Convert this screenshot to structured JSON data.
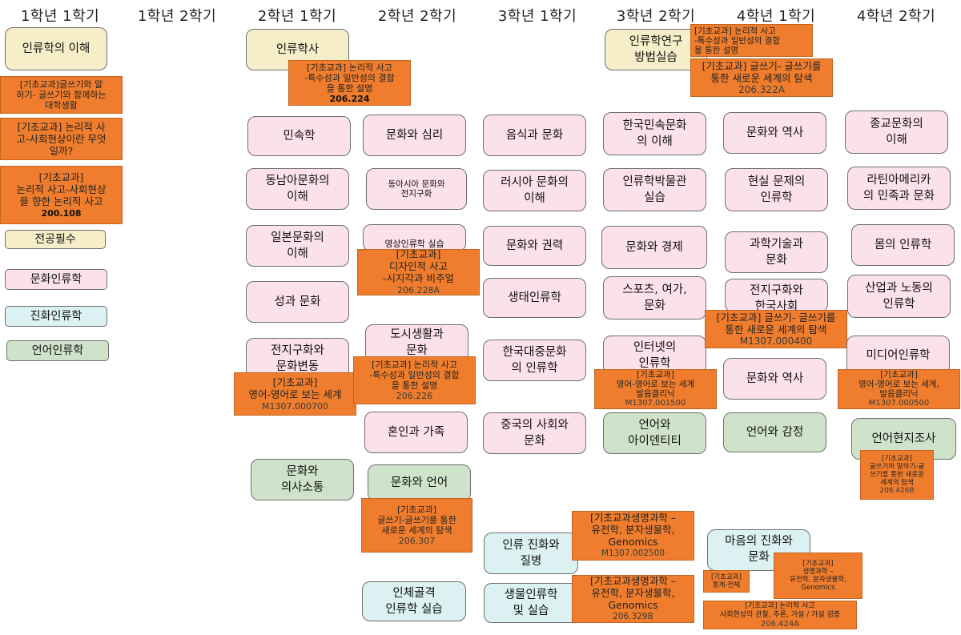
{
  "semesters": [
    "1학년 1학기",
    "1학년 2학기",
    "2학년 1학기",
    "2학년 2학기",
    "3학년 1학기",
    "3학년 2학기",
    "4학년 1학기",
    "4학년 2학기"
  ],
  "legend": {
    "required": "전공필수",
    "cultural": "문화인류학",
    "evolutionary": "진화인류학",
    "linguistic": "언어인류학"
  },
  "courses": {
    "intro_anthro": "인류학의 이해",
    "history_anthro": "인류학사",
    "research_methods": "인류학연구\n방법실습",
    "folklore": "민속학",
    "sea_culture": "동남아문화의\n이해",
    "japan_culture": "일본문화의\n이해",
    "sex_culture": "성과 문화",
    "globalization_change": "전지구화와\n문화변동",
    "culture_communication": "문화와\n의사소통",
    "culture_psyche": "문화와 심리",
    "eastasia_glob": "동아시아 문화와\n전지구화",
    "visual_anthro": "영상인류학 실습",
    "urban_life": "도시생활과\n문화",
    "marriage_family": "혼인과 가족",
    "culture_language": "문화와 언어",
    "skeleton_practice": "인체골격\n인류학 실습",
    "food_culture": "음식과 문화",
    "russia_culture": "러시아 문화의\n이해",
    "culture_power": "문화와 권력",
    "ecological": "생태인류학",
    "korean_pop": "한국대중문화\n의 인류학",
    "china_society": "중국의 사회와\n문화",
    "human_evo_disease": "인류 진화와\n질병",
    "bio_anthro": "생물인류학\n및 실습",
    "korean_folk": "한국민속문화\n의 이해",
    "museum_practice": "인류학박물관\n실습",
    "culture_economy": "문화와 경제",
    "sports_leisure": "스포츠, 여가,\n문화",
    "internet_anthro": "인터넷의\n인류학",
    "language_identity": "언어와\n아이덴티티",
    "culture_history_1": "문화와 역사",
    "real_problems": "현실 문제의\n인류학",
    "sci_tech_culture": "과학기술과\n문화",
    "glob_korea": "전지구화와\n한국사회",
    "culture_history_2": "문화와 역사",
    "language_emotion": "언어와 감정",
    "mind_evo": "마음의 진화와\n문화",
    "religion_culture": "종교문화의\n이해",
    "latin_america": "라틴아메리카\n의 민족과 문화",
    "body_anthro": "몸의 인류학",
    "industry_labor": "산업과 노동의\n인류학",
    "media_anthro": "미디어인류학",
    "language_field": "언어현지조사"
  },
  "overlays": {
    "o1": {
      "text": "[기초교과]글쓰기와 말\n하기- 글쓰기와 함께하는\n대학생활",
      "code": ""
    },
    "o2": {
      "text": "[기초교과] 논리적 사\n고-사회현상이란 무엇\n일까?",
      "code": ""
    },
    "o3": {
      "text": "[기초교과]\n논리적 사고-사회현상\n을 향한 논리적 사고",
      "code": "200.108"
    },
    "o4": {
      "text": "[기초교과] 논리적 사고\n-특수성과 일반성의 결합\n을 통한 설명",
      "code": "206.224"
    },
    "o5": {
      "text": "[기초교과]\n영어-영어로 보는 세계",
      "code": "M1307.000700"
    },
    "o6": {
      "text": "[기초교과]\n디자인적 사고\n-시지각과 비주얼",
      "code": "206.228A"
    },
    "o7": {
      "text": "[기초교과] 논리적 사고\n-특수성과 일반성의 결합\n을 통한 설명",
      "code": "206.226"
    },
    "o8": {
      "text": "[기초교과]\n글쓰기-글쓰기를 통한\n새로운 세계의 탐색",
      "code": "206.307"
    },
    "o9": {
      "text": "[기초교과생명과학 –\n유전학, 분자생물학,\nGenomics",
      "code": "M1307.002500"
    },
    "o10": {
      "text": "[기초교과생명과학 –\n유전학, 분자생물학,\nGenomics",
      "code": "206.329B"
    },
    "o11": {
      "text": "[기초교과]\n영어-영어로 보는 세계\n발음클리닉",
      "code": "M1307.001500"
    },
    "o12": {
      "text": "[기초교과] 논리적 사고\n-특수성과 일반성의 결합\n을 통한 설명",
      "code": ""
    },
    "o13": {
      "text": "[기초교과] 글쓰기- 글쓰기를\n통한 새로운 세계의 탐색",
      "code": "206.322A"
    },
    "o14": {
      "text": "[기초교과] 글쓰기- 글쓰기를\n통한 새로운 세계의 탐색",
      "code": "M1307.000400"
    },
    "o15": {
      "text": "[기초교과]\n생명과학 –\n유전학, 분자생물학,\nGenomics",
      "code": ""
    },
    "o16": {
      "text": "[기초교과]\n통계-전체",
      "code": ""
    },
    "o17": {
      "text": "[기초교과] 논리적 사고\n사회현상의 관찰, 추론, 가설 / 가설 검증",
      "code": "206.424A"
    },
    "o18": {
      "text": "[기초교과]\n영어-영어로 보는 세계,\n발음클리닉",
      "code": "M1307.000500"
    },
    "o19": {
      "text": "[기초교과]\n글쓰기와 말하기-글\n쓰기를 통한 새로운\n세계의 탐색",
      "code": "206.426B"
    }
  }
}
